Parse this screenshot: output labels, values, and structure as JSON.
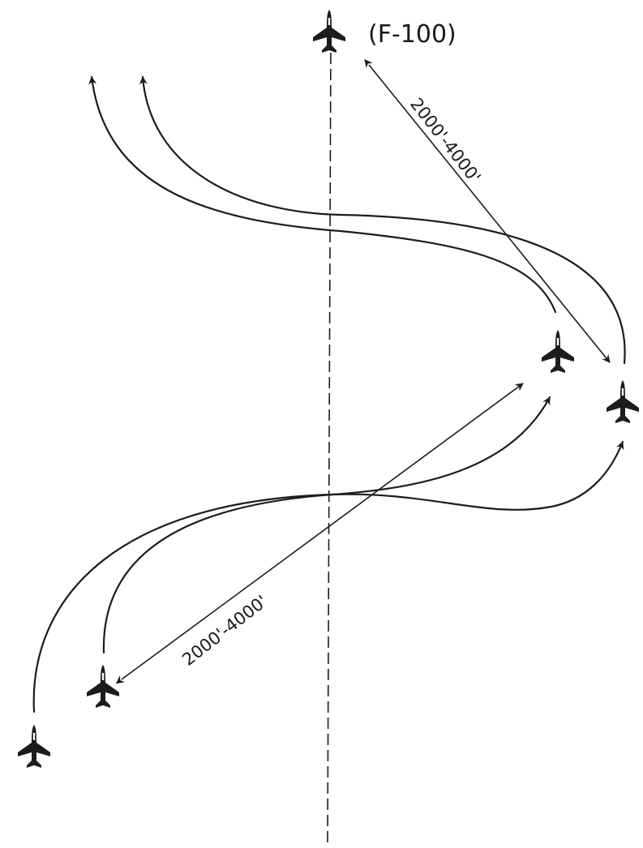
{
  "aircraft_label": "(F-100)",
  "separation_upper": "2000'-4000'",
  "separation_lower": "2000'-4000'",
  "icons": {
    "aircraft": "jet-aircraft-icon",
    "arrowhead": "arrowhead-icon"
  },
  "colors": {
    "ink": "#1c1c1c",
    "background": "#ffffff"
  }
}
